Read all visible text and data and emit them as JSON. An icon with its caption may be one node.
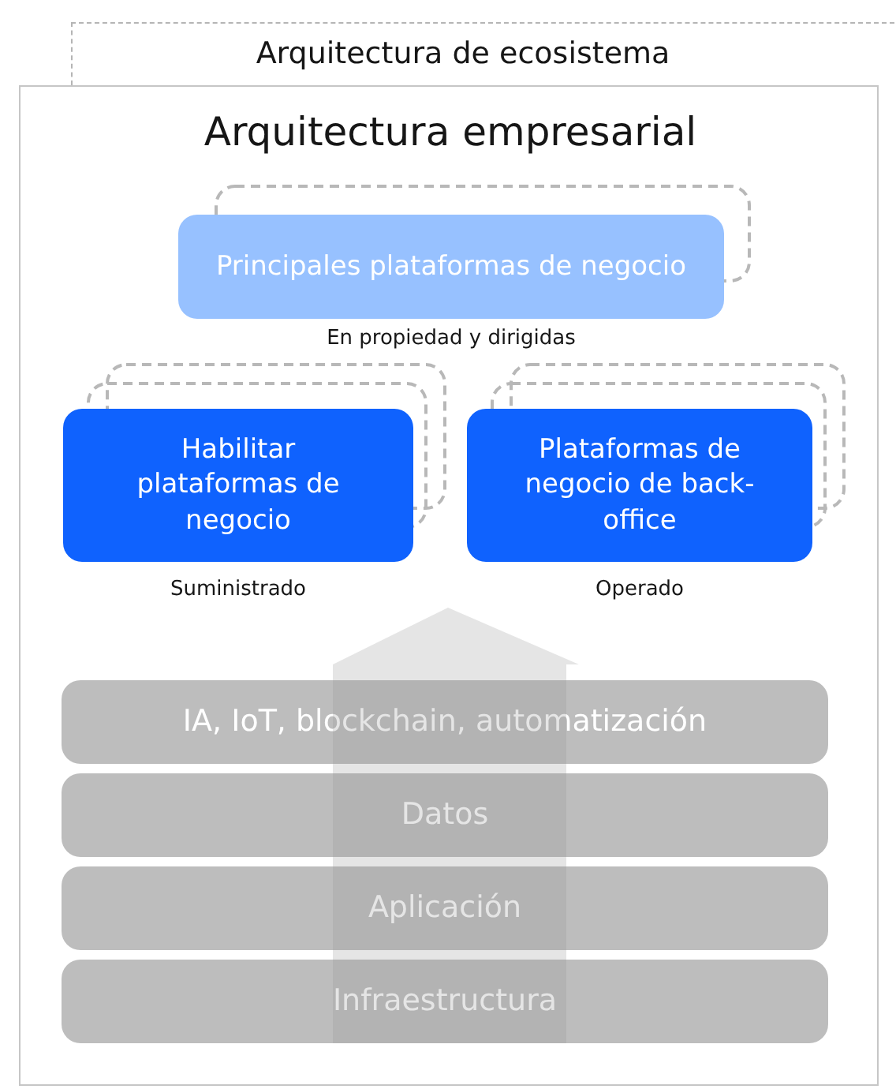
{
  "diagram": {
    "nodes": [
      {
        "text": [
          "Arquitectura de ecosistema"
        ]
      },
      {
        "text": [
          "Arquitectura empresarial"
        ]
      },
      {
        "text": [
          "Principales plataformas de negocio"
        ],
        "in": 1,
        "beside": [
          "En propiedad y dirigidas"
        ]
      },
      {
        "text": [
          "Habilitar plataformas de negocio"
        ],
        "in": 1,
        "beside": [
          "Suministrado"
        ]
      },
      {
        "text": [
          "Plataformas de negocio de back-office"
        ],
        "in": 1,
        "beside": [
          "Operado"
        ]
      },
      {
        "text": [
          "IA, IoT, blockchain, automatización"
        ],
        "in": 1
      },
      {
        "text": [
          "Datos"
        ],
        "in": 1
      },
      {
        "text": [
          "Aplicación"
        ],
        "in": 1
      },
      {
        "text": [
          "Infraestructura"
        ],
        "in": 1
      }
    ],
    "edges": []
  }
}
